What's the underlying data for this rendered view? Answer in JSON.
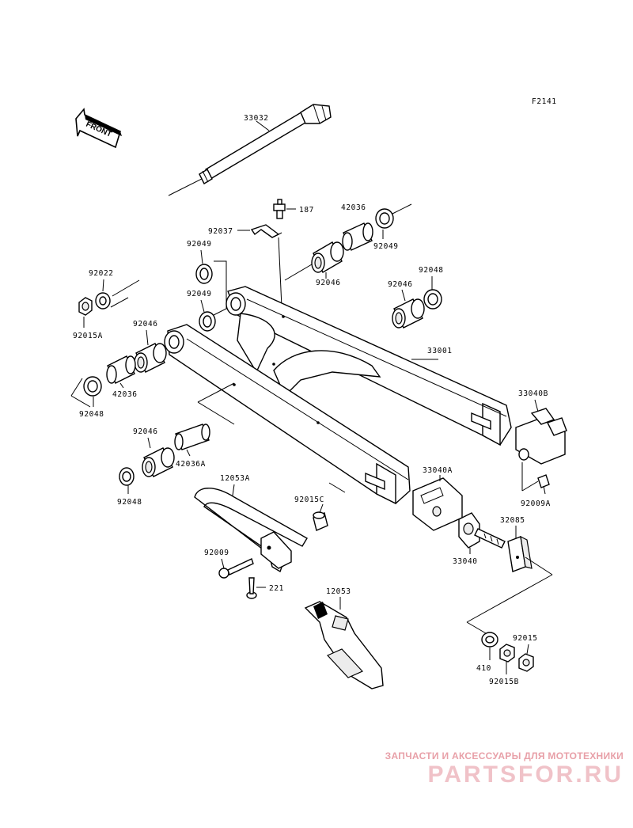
{
  "diagram_code": "F2141",
  "front_label": "FRONT",
  "parts": {
    "p33032": "33032",
    "p187": "187",
    "p42036_top": "42036",
    "p92037": "92037",
    "p92049_tr": "92049",
    "p92049_l1": "92049",
    "p92049_l2": "92049",
    "p92046_top": "92046",
    "p92048_r": "92048",
    "p92046_r": "92046",
    "p92022": "92022",
    "p92015A": "92015A",
    "p92046_l": "92046",
    "p33001": "33001",
    "p42036_l": "42036",
    "p92048_l": "92048",
    "p33040B": "33040B",
    "p92046_ll": "92046",
    "p42036A": "42036A",
    "p92048_ll": "92048",
    "p12053A": "12053A",
    "p33040A": "33040A",
    "p92015C": "92015C",
    "p92009A": "92009A",
    "p32085": "32085",
    "p33040": "33040",
    "p92009": "92009",
    "p221": "221",
    "p12053": "12053",
    "p92015": "92015",
    "p410": "410",
    "p92015B": "92015B"
  },
  "watermark": {
    "tagline": "ЗАПЧАСТИ И АКСЕССУАРЫ ДЛЯ МОТОТЕХНИКИ",
    "brand": "PARTSFOR.RU"
  }
}
